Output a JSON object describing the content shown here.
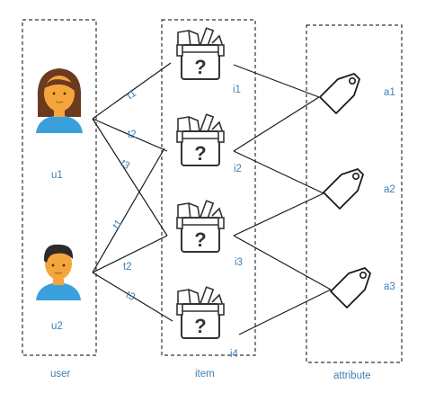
{
  "groups": {
    "user": "user",
    "item": "item",
    "attribute": "attribute"
  },
  "nodes": {
    "u1": "u1",
    "u2": "u2",
    "i1": "i1",
    "i2": "i2",
    "i3": "i3",
    "i4": "i4",
    "a1": "a1",
    "a2": "a2",
    "a3": "a3"
  },
  "edge_labels": {
    "t1a": "t1",
    "t2a": "t2",
    "t3a": "t3",
    "t1b": "t1",
    "t2b": "t2",
    "t3b": "t3"
  },
  "item_glyph": "?",
  "colors": {
    "label": "#3f7fb5",
    "hair_female": "#6b3a1f",
    "hair_male": "#2b2b2b",
    "skin": "#f4a53c",
    "shirt": "#3aa0dc"
  },
  "icons": {
    "user": "person-icon",
    "item": "mystery-box-icon",
    "attribute": "tag-icon"
  }
}
